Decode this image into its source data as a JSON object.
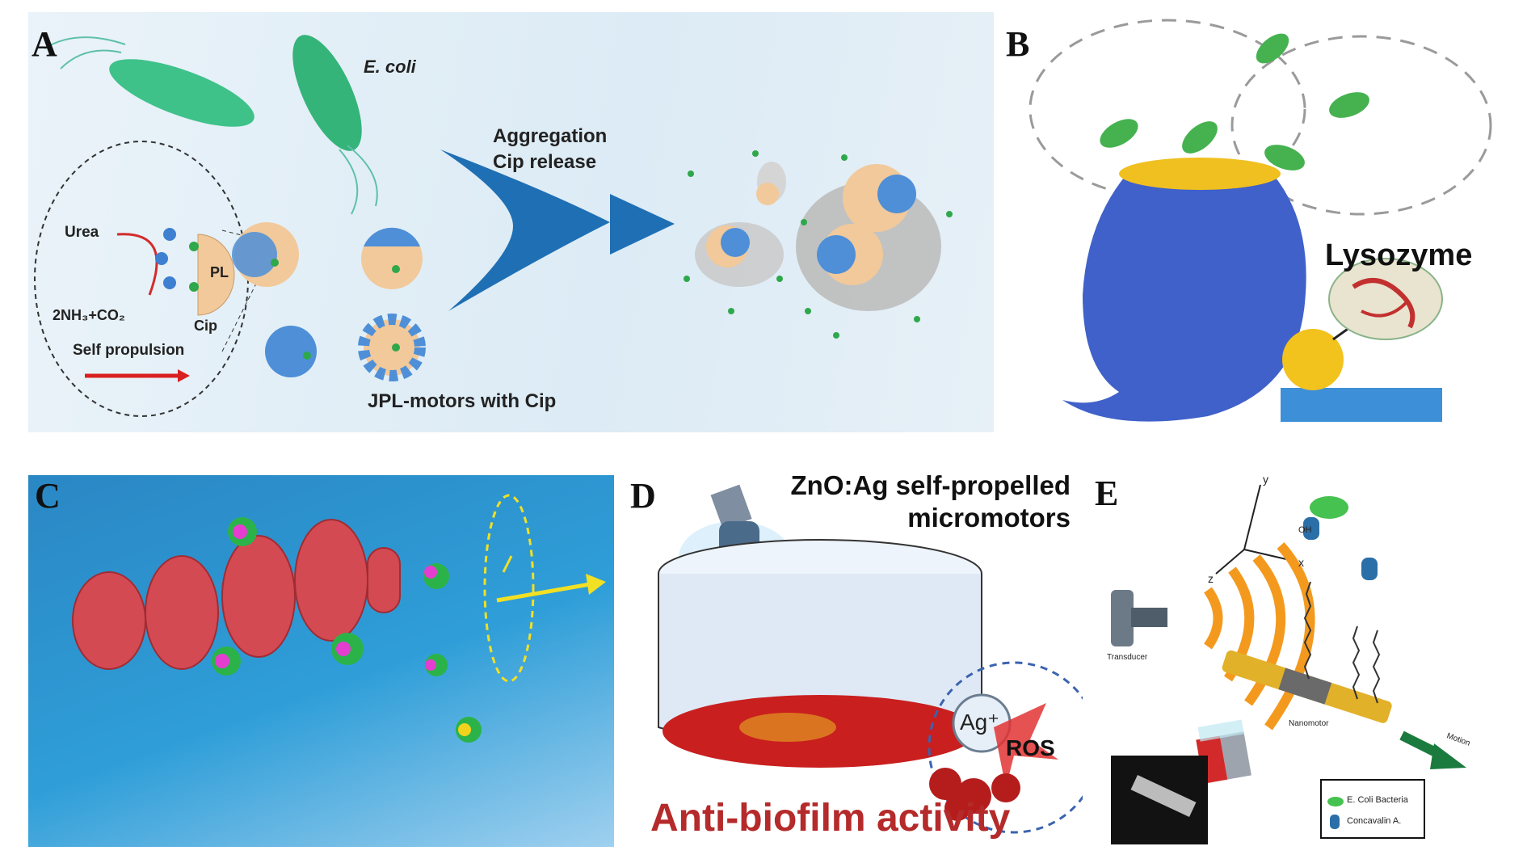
{
  "panels": {
    "a": {
      "label": "A",
      "organism": "E. coli",
      "arrow_label_1": "Aggregation",
      "arrow_label_2": "Cip release",
      "urea": "Urea",
      "products": "2NH₃+CO₂",
      "pl": "PL",
      "cip": "Cip",
      "self_propulsion": "Self propulsion",
      "motors_caption": "JPL-motors with Cip"
    },
    "b": {
      "label": "B",
      "enzyme": "Lysozyme"
    },
    "c": {
      "label": "C"
    },
    "d": {
      "label": "D",
      "title_line_1": "ZnO:Ag self-propelled",
      "title_line_2": "micromotors",
      "ag_ion": "Ag⁺",
      "ros": "ROS",
      "caption": "Anti-biofilm activity"
    },
    "e": {
      "label": "E",
      "axis_x": "x",
      "axis_y": "y",
      "axis_z": "z",
      "transducer": "Transducer",
      "nanomotor": "Nanomotor",
      "motion": "Motion",
      "oh": "OH",
      "legend_item_1": "E. Coli Bacteria",
      "legend_item_2": "Concavalin A."
    }
  },
  "colors": {
    "panel_a_bg": "#e3eef6",
    "panel_c_bg": "#1e8fd0",
    "arrow_blue": "#1f6fb4",
    "bacteria_green": "#3fbf7f",
    "motor_tan": "#f2c99a",
    "helix_red": "#d9484f",
    "biofilm_red": "#c21d1d",
    "caption_red": "#b52a2a",
    "ultrasound_orange": "#f39a1e"
  }
}
